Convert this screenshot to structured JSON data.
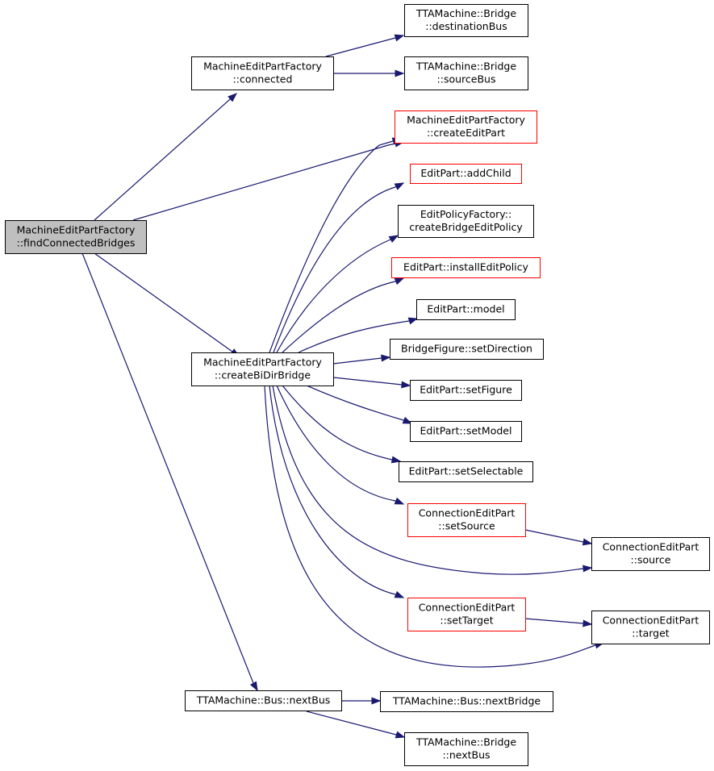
{
  "diagram": {
    "colors": {
      "edge": "#191970",
      "node_border_default": "#000000",
      "node_border_highlight": "#ff0000",
      "root_fill": "#bfbfbf",
      "node_fill": "#ffffff"
    },
    "nodes": [
      {
        "id": "root",
        "lines": [
          "MachineEditPartFactory",
          "::findConnectedBridges"
        ],
        "style": "root"
      },
      {
        "id": "connected",
        "lines": [
          "MachineEditPartFactory",
          "::connected"
        ],
        "style": "default"
      },
      {
        "id": "destBus",
        "lines": [
          "TTAMachine::Bridge",
          "::destinationBus"
        ],
        "style": "default"
      },
      {
        "id": "srcBus",
        "lines": [
          "TTAMachine::Bridge",
          "::sourceBus"
        ],
        "style": "default"
      },
      {
        "id": "createEditPart",
        "lines": [
          "MachineEditPartFactory",
          "::createEditPart"
        ],
        "style": "highlight"
      },
      {
        "id": "addChild",
        "lines": [
          "EditPart::addChild"
        ],
        "style": "highlight"
      },
      {
        "id": "cbep",
        "lines": [
          "EditPolicyFactory::",
          "createBridgeEditPolicy"
        ],
        "style": "default"
      },
      {
        "id": "installEP",
        "lines": [
          "EditPart::installEditPolicy"
        ],
        "style": "highlight"
      },
      {
        "id": "model",
        "lines": [
          "EditPart::model"
        ],
        "style": "default"
      },
      {
        "id": "createBiDir",
        "lines": [
          "MachineEditPartFactory",
          "::createBiDirBridge"
        ],
        "style": "default"
      },
      {
        "id": "setDirection",
        "lines": [
          "BridgeFigure::setDirection"
        ],
        "style": "default"
      },
      {
        "id": "setFigure",
        "lines": [
          "EditPart::setFigure"
        ],
        "style": "default"
      },
      {
        "id": "setModel",
        "lines": [
          "EditPart::setModel"
        ],
        "style": "default"
      },
      {
        "id": "setSelectable",
        "lines": [
          "EditPart::setSelectable"
        ],
        "style": "default"
      },
      {
        "id": "setSource",
        "lines": [
          "ConnectionEditPart",
          "::setSource"
        ],
        "style": "highlight"
      },
      {
        "id": "source",
        "lines": [
          "ConnectionEditPart",
          "::source"
        ],
        "style": "default"
      },
      {
        "id": "setTarget",
        "lines": [
          "ConnectionEditPart",
          "::setTarget"
        ],
        "style": "highlight"
      },
      {
        "id": "target",
        "lines": [
          "ConnectionEditPart",
          "::target"
        ],
        "style": "default"
      },
      {
        "id": "nextBus",
        "lines": [
          "TTAMachine::Bus::nextBus"
        ],
        "style": "default"
      },
      {
        "id": "nextBridge",
        "lines": [
          "TTAMachine::Bus::nextBridge"
        ],
        "style": "default"
      },
      {
        "id": "brNextBus",
        "lines": [
          "TTAMachine::Bridge",
          "::nextBus"
        ],
        "style": "default"
      }
    ],
    "edges": [
      {
        "from": "root",
        "to": "connected"
      },
      {
        "from": "root",
        "to": "createEditPart"
      },
      {
        "from": "root",
        "to": "createBiDir"
      },
      {
        "from": "root",
        "to": "nextBus"
      },
      {
        "from": "connected",
        "to": "destBus"
      },
      {
        "from": "connected",
        "to": "srcBus"
      },
      {
        "from": "createBiDir",
        "to": "createEditPart"
      },
      {
        "from": "createBiDir",
        "to": "addChild"
      },
      {
        "from": "createBiDir",
        "to": "cbep"
      },
      {
        "from": "createBiDir",
        "to": "installEP"
      },
      {
        "from": "createBiDir",
        "to": "model"
      },
      {
        "from": "createBiDir",
        "to": "setDirection"
      },
      {
        "from": "createBiDir",
        "to": "setFigure"
      },
      {
        "from": "createBiDir",
        "to": "setModel"
      },
      {
        "from": "createBiDir",
        "to": "setSelectable"
      },
      {
        "from": "createBiDir",
        "to": "setSource"
      },
      {
        "from": "createBiDir",
        "to": "source"
      },
      {
        "from": "createBiDir",
        "to": "setTarget"
      },
      {
        "from": "createBiDir",
        "to": "target"
      },
      {
        "from": "setSource",
        "to": "source"
      },
      {
        "from": "setTarget",
        "to": "target"
      },
      {
        "from": "nextBus",
        "to": "nextBridge"
      },
      {
        "from": "nextBus",
        "to": "brNextBus"
      }
    ]
  }
}
